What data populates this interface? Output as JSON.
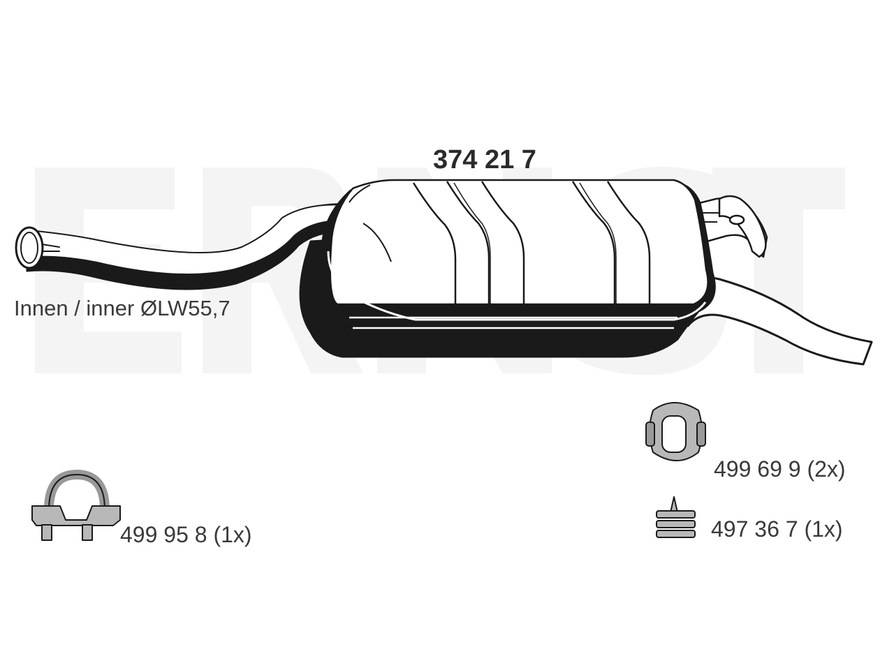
{
  "diagram": {
    "part_number": "374 21 7",
    "inner_diameter_label": "Innen / inner ØLW55,7",
    "watermark_icon": "brand-watermark-letters",
    "accessories": [
      {
        "icon": "pipe-clamp-icon",
        "label": "499 95 8 (1x)"
      },
      {
        "icon": "rubber-hanger-icon",
        "label": "499 69 9 (2x)"
      },
      {
        "icon": "rubber-mount-icon",
        "label": "497 36 7 (1x)"
      }
    ],
    "colors": {
      "line": "#1a1a1a",
      "fill": "#ffffff",
      "metal": "#b8b8b8",
      "watermark": "#f4f4f4",
      "text": "#3a3a3a"
    }
  }
}
